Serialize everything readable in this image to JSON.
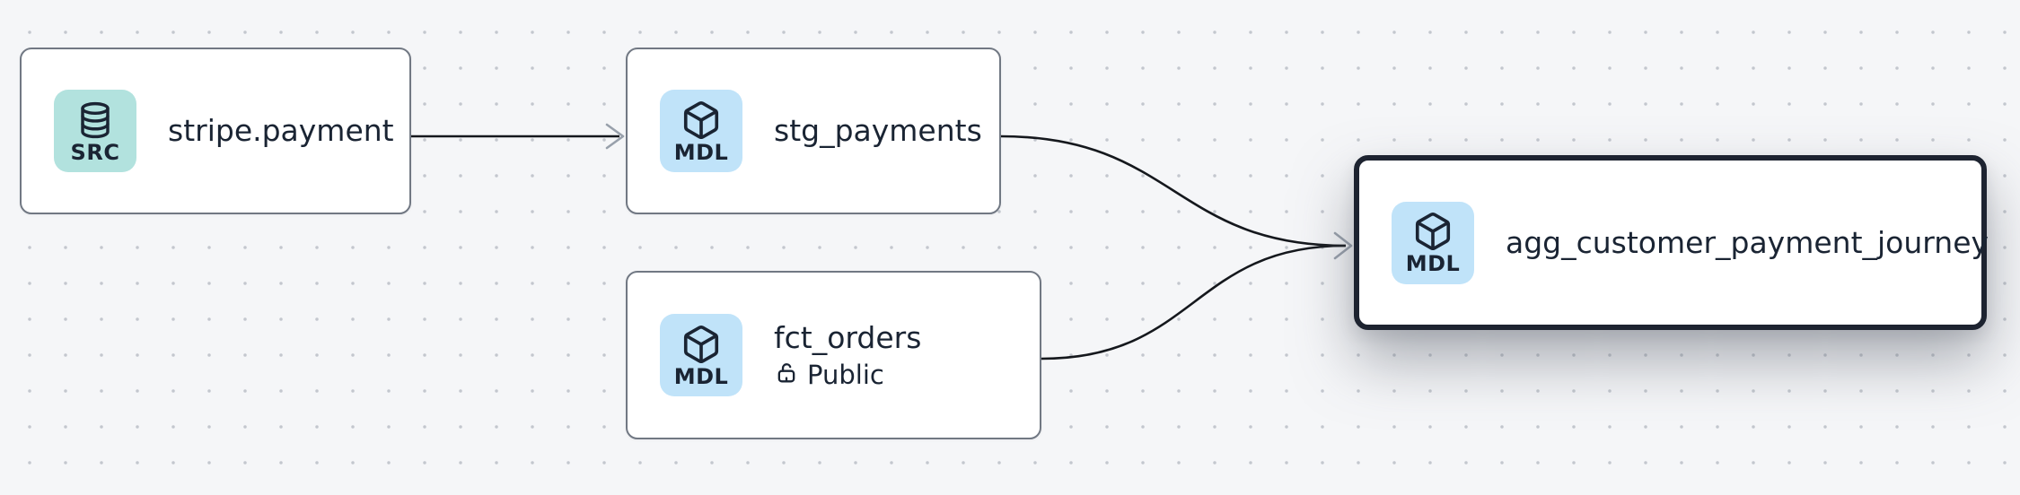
{
  "canvas": {
    "background_color": "#f5f6f8",
    "dot_color": "#c3c7ce"
  },
  "colors": {
    "edge": "#15181d",
    "arrowhead": "#98a0ab",
    "node_border": "#717883",
    "selected_node_border": "#1d2330",
    "text": "#1a2433",
    "source_badge_bg": "#b2e2de",
    "model_badge_bg": "#c0e3f9"
  },
  "nodes": [
    {
      "title": "stripe.payment",
      "type": "source",
      "badge_label": "SRC",
      "badge_icon": "database-icon",
      "selected": false
    },
    {
      "title": "stg_payments",
      "type": "model",
      "badge_label": "MDL",
      "badge_icon": "cube-icon",
      "selected": false
    },
    {
      "title": "fct_orders",
      "type": "model",
      "badge_label": "MDL",
      "badge_icon": "cube-icon",
      "access_label": "Public",
      "access_icon": "lock-open-icon",
      "selected": false
    },
    {
      "title": "agg_customer_payment_journey",
      "type": "model",
      "badge_label": "MDL",
      "badge_icon": "cube-icon",
      "selected": true
    }
  ],
  "edges": [
    {
      "from": "stripe.payment",
      "to": "stg_payments"
    },
    {
      "from": "stg_payments",
      "to": "agg_customer_payment_journey"
    },
    {
      "from": "fct_orders",
      "to": "agg_customer_payment_journey"
    }
  ]
}
